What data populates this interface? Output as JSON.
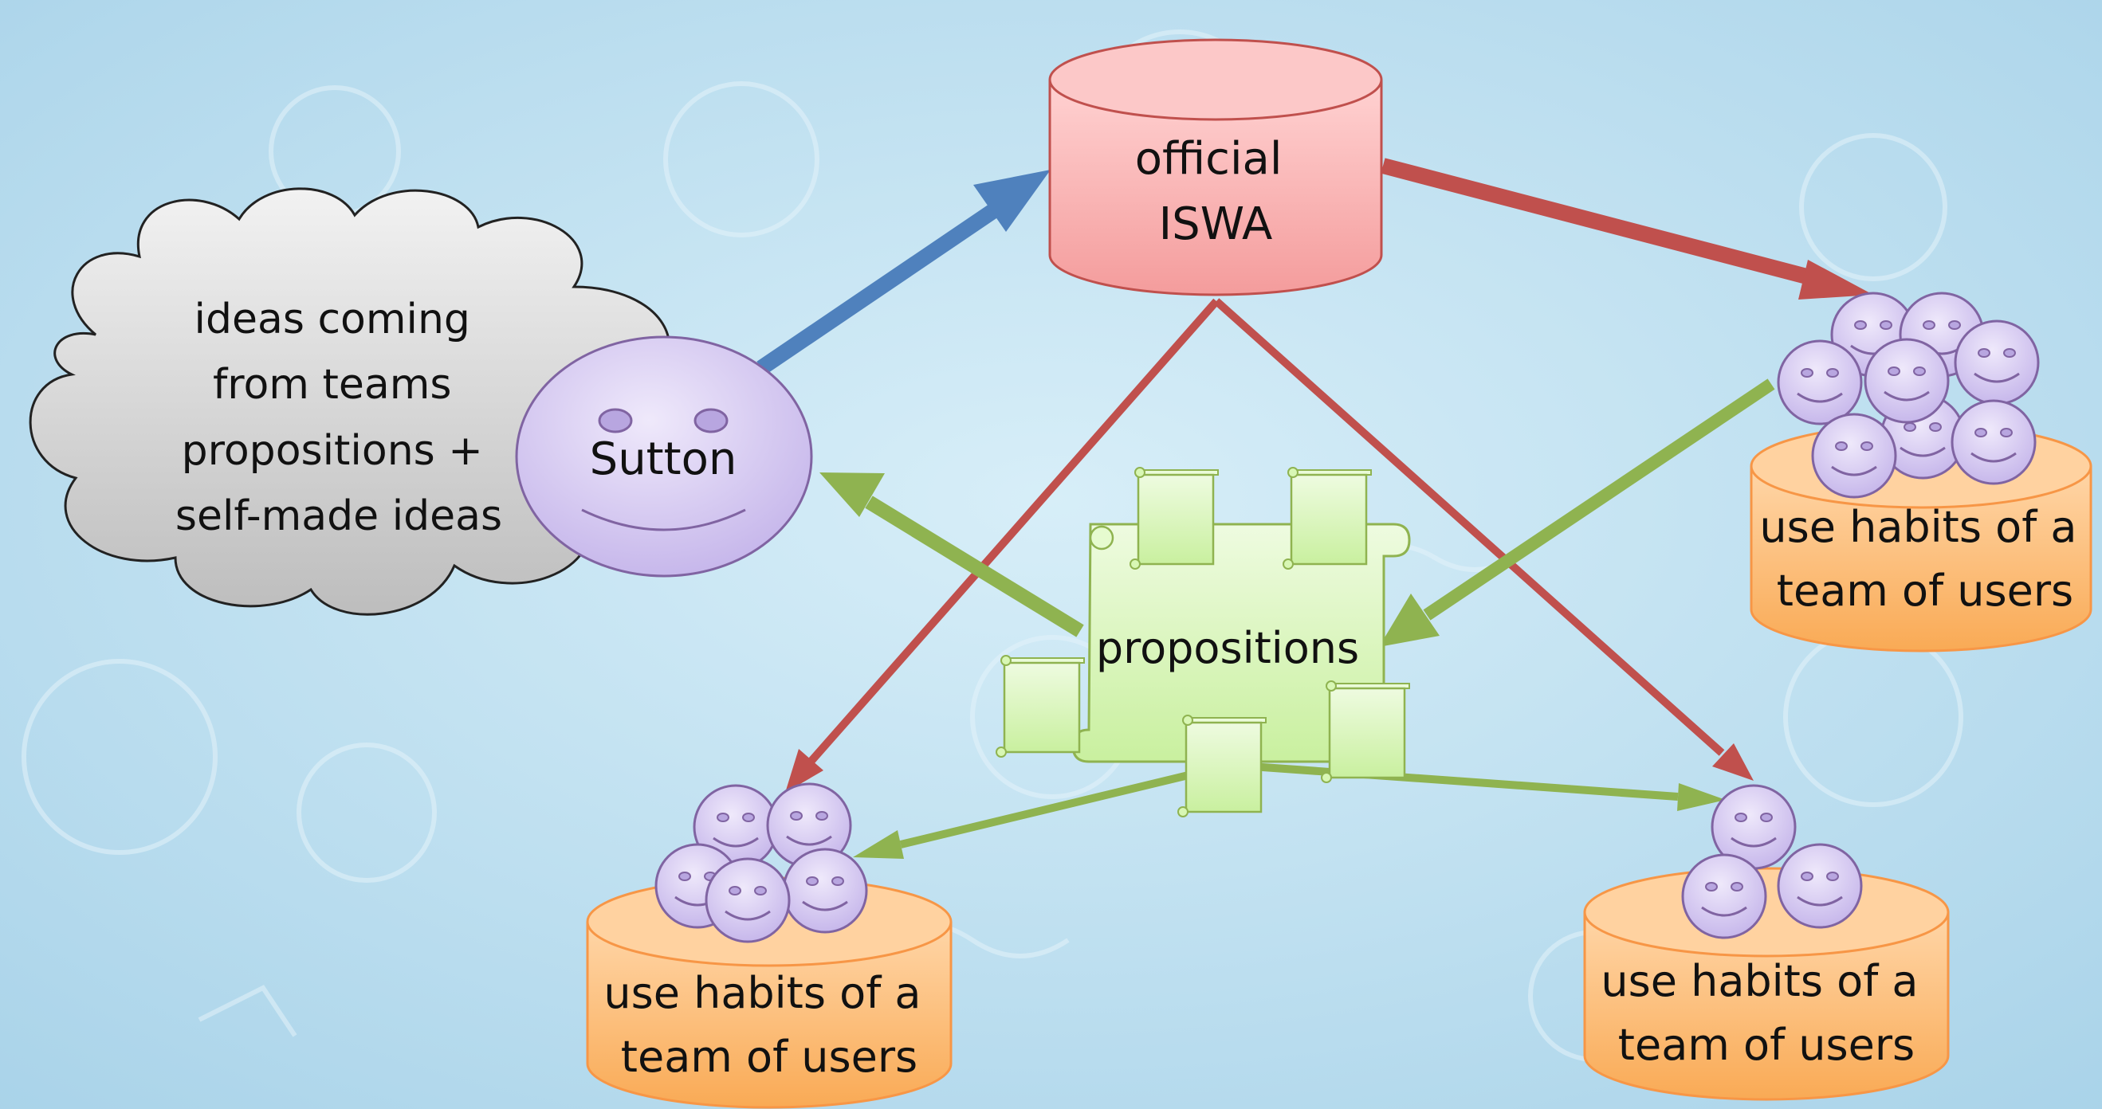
{
  "diagram": {
    "nodes": {
      "cloud": {
        "lines": [
          "ideas coming",
          "from teams",
          "propositions +",
          "self-made ideas"
        ],
        "fill": "#d9d9d9"
      },
      "sutton": {
        "label": "Sutton",
        "fill": "#d9cdf2"
      },
      "iswa": {
        "lines": [
          "official",
          "ISWA"
        ],
        "fill": "#f7a8a8"
      },
      "propositions": {
        "label": "propositions",
        "fill": "#d8f7b4"
      },
      "team_right_top": {
        "lines": [
          "use habits of a",
          "team of users"
        ],
        "fill": "#fbbf7c"
      },
      "team_left_bottom": {
        "lines": [
          "use habits of a",
          "team of users"
        ],
        "fill": "#fbbf7c"
      },
      "team_right_bottom": {
        "lines": [
          "use habits of a",
          "team of users"
        ],
        "fill": "#fbbf7c"
      }
    },
    "colors": {
      "background": "#bfe0ef",
      "arrow_blue": "#4f81bd",
      "arrow_red": "#c0504d",
      "arrow_green": "#8fb350",
      "smiley_fill": "#d3c6ef",
      "smiley_stroke": "#8064a2"
    }
  }
}
